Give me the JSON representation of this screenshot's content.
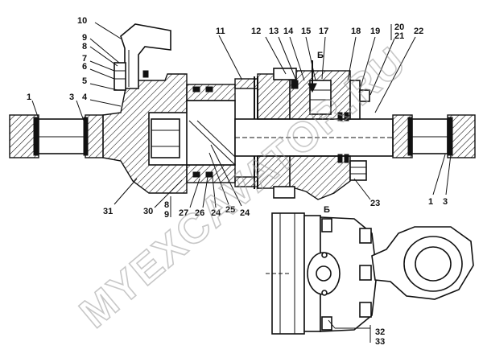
{
  "watermark": "MYEXCAVATOR.RU",
  "view_label": "Б",
  "section_arrow_label": "Б",
  "callouts": {
    "c1_left": "1",
    "c3_left": "3",
    "c4": "4",
    "c5": "5",
    "c6": "6",
    "c7": "7",
    "c8_top": "8",
    "c9_top": "9",
    "c10": "10",
    "c11": "11",
    "c12": "12",
    "c13": "13",
    "c14": "14",
    "c15": "15",
    "c17": "17",
    "c18": "18",
    "c19": "19",
    "c20": "20",
    "c21": "21",
    "c22": "22",
    "c23": "23",
    "c1_right": "1",
    "c3_right": "3",
    "c31": "31",
    "c30": "30",
    "c8_bot": "8",
    "c9_bot": "9",
    "c27": "27",
    "c26": "26",
    "c24a": "24",
    "c25": "25",
    "c24b": "24",
    "c32": "32",
    "c33": "33"
  }
}
